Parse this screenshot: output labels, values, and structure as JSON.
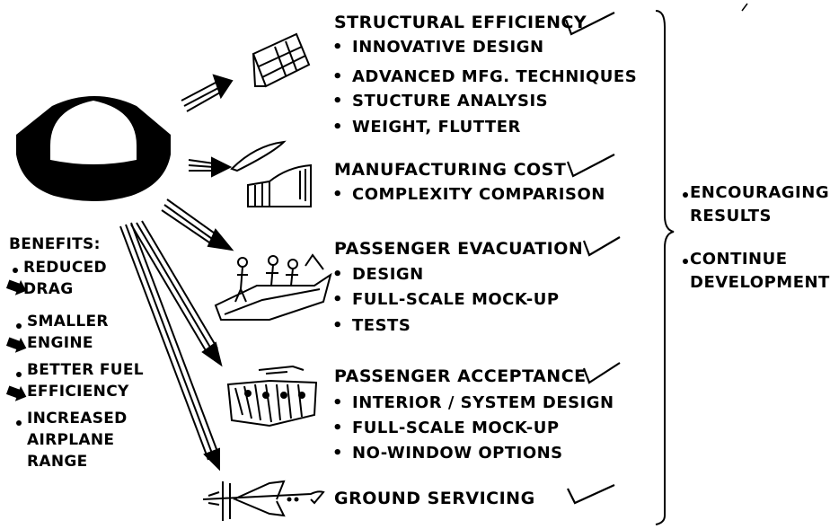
{
  "sections": [
    {
      "heading": "STRUCTURAL EFFICIENCY",
      "items": [
        "INNOVATIVE DESIGN",
        "ADVANCED MFG. TECHNIQUES",
        "STUCTURE ANALYSIS",
        "WEIGHT, FLUTTER"
      ]
    },
    {
      "heading": "MANUFACTURING COST",
      "items": [
        "COMPLEXITY COMPARISON"
      ]
    },
    {
      "heading": "PASSENGER EVACUATION",
      "items": [
        "DESIGN",
        "FULL-SCALE MOCK-UP",
        "TESTS"
      ]
    },
    {
      "heading": "PASSENGER ACCEPTANCE",
      "items": [
        "INTERIOR / SYSTEM DESIGN",
        "FULL-SCALE MOCK-UP",
        "NO-WINDOW OPTIONS"
      ]
    },
    {
      "heading": "GROUND SERVICING",
      "items": []
    }
  ],
  "benefits": {
    "title": "BENEFITS:",
    "items": [
      {
        "line1": "REDUCED",
        "line2": "DRAG"
      },
      {
        "line1": "SMALLER",
        "line2": "ENGINE"
      },
      {
        "line1": "BETTER FUEL",
        "line2": "EFFICIENCY"
      },
      {
        "line1": "INCREASED",
        "line2": "AIRPLANE",
        "line3": "RANGE"
      }
    ]
  },
  "results": [
    {
      "line1": "ENCOURAGING",
      "line2": "RESULTS"
    },
    {
      "line1": "CONTINUE",
      "line2": "DEVELOPMENT"
    }
  ],
  "icons": [
    "fuselage-cross-section-icon",
    "structure-panel-icon",
    "manufacturing-frame-icon",
    "evacuation-slide-icon",
    "passenger-cabin-icon",
    "airplane-planform-icon",
    "checkmark-icon"
  ],
  "colors": {
    "ink": "#000000",
    "background": "#ffffff"
  }
}
